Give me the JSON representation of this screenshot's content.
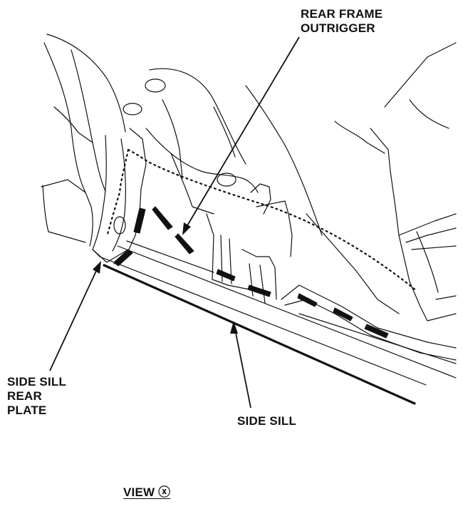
{
  "labels": {
    "rear_frame_outrigger": [
      "REAR FRAME",
      "OUTRIGGER"
    ],
    "side_sill_rear_plate": [
      "SIDE SILL",
      "REAR",
      "PLATE"
    ],
    "side_sill": "SIDE SILL",
    "view": "VIEW ⓧ"
  },
  "colors": {
    "ink": "#111111",
    "paper": "#ffffff"
  }
}
